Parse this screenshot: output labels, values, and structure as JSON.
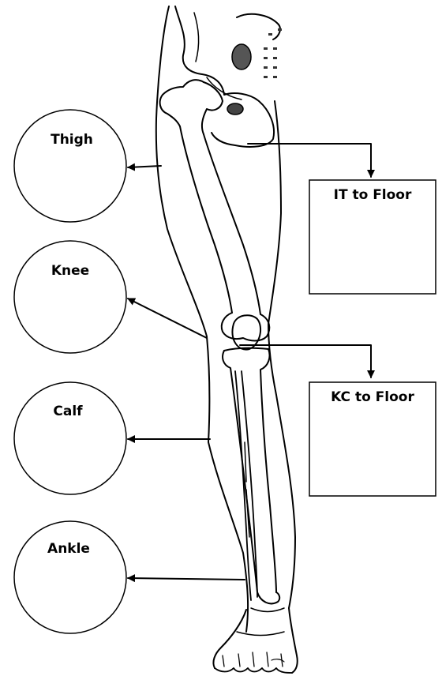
{
  "measurement_circles": [
    {
      "id": "thigh",
      "label": "Thigh"
    },
    {
      "id": "knee",
      "label": "Knee"
    },
    {
      "id": "calf",
      "label": "Calf"
    },
    {
      "id": "ankle",
      "label": "Ankle"
    }
  ],
  "measurement_boxes": [
    {
      "id": "it-to-floor",
      "label": "IT to Floor"
    },
    {
      "id": "kc-to-floor",
      "label": "KC to Floor"
    }
  ],
  "colors": {
    "ink": "#000000",
    "background": "#ffffff"
  },
  "illustration": "leg-skeleton-icon"
}
